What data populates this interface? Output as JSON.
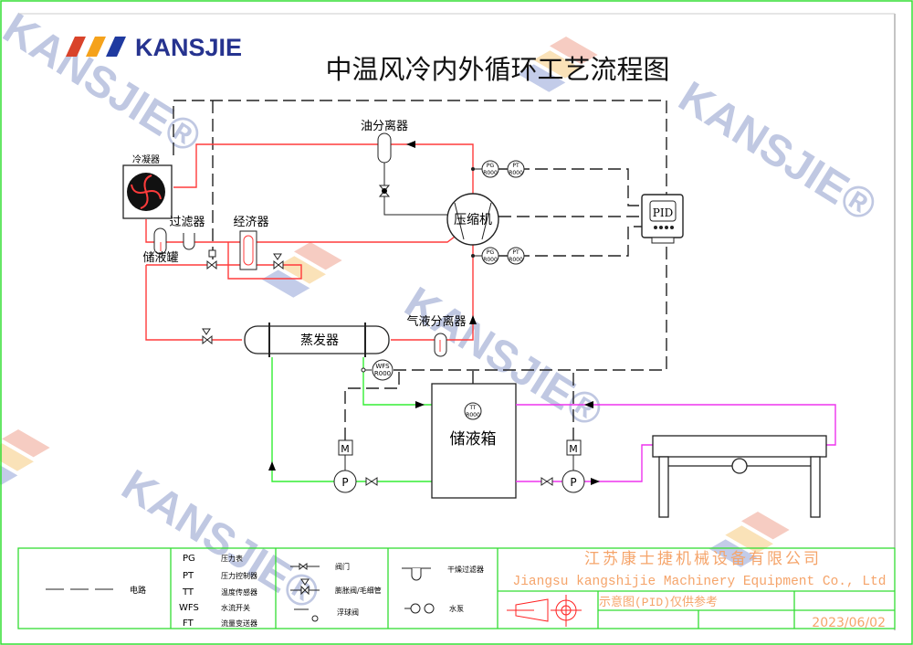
{
  "title": "中温风冷内外循环工艺流程图",
  "logo": {
    "text": "KANSJIE",
    "watermark": "KANSJIE®"
  },
  "components": {
    "condenser": "冷凝器",
    "oil_separator": "油分离器",
    "filter": "过滤器",
    "economizer": "经济器",
    "receiver": "储液罐",
    "compressor": "压缩机",
    "evaporator": "蒸发器",
    "gas_liquid_separator": "气液分离器",
    "tank": "储液箱",
    "pid": "PID",
    "motor": "M",
    "pump": "P"
  },
  "gauges": {
    "pg": "PG",
    "pt": "PT",
    "tt": "TT",
    "wfs": "WFS",
    "code": "R000"
  },
  "legend": {
    "circuit": "电路",
    "abbrev": [
      {
        "code": "PG",
        "desc": "压力表"
      },
      {
        "code": "PT",
        "desc": "压力控制器"
      },
      {
        "code": "TT",
        "desc": "温度传感器"
      },
      {
        "code": "WFS",
        "desc": "水流开关"
      },
      {
        "code": "FT",
        "desc": "流量变送器"
      }
    ],
    "valve": "阀门",
    "expansion": "膨胀阀/毛细管",
    "float": "浮球阀",
    "dryer": "干燥过滤器",
    "pump": "水泵"
  },
  "title_block": {
    "company_cn": "江苏康士捷机械设备有限公司",
    "company_en": "Jiangsu kangshijie Machinery Equipment Co., Ltd",
    "note": "示意图(PID)仅供参考",
    "date": "2023/06/02"
  },
  "colors": {
    "refrigerant": "#ff3b3b",
    "water": "#33ee33",
    "process": "#ee33ee",
    "frame": "#33dd33",
    "text_orange": "#f5a46a"
  }
}
